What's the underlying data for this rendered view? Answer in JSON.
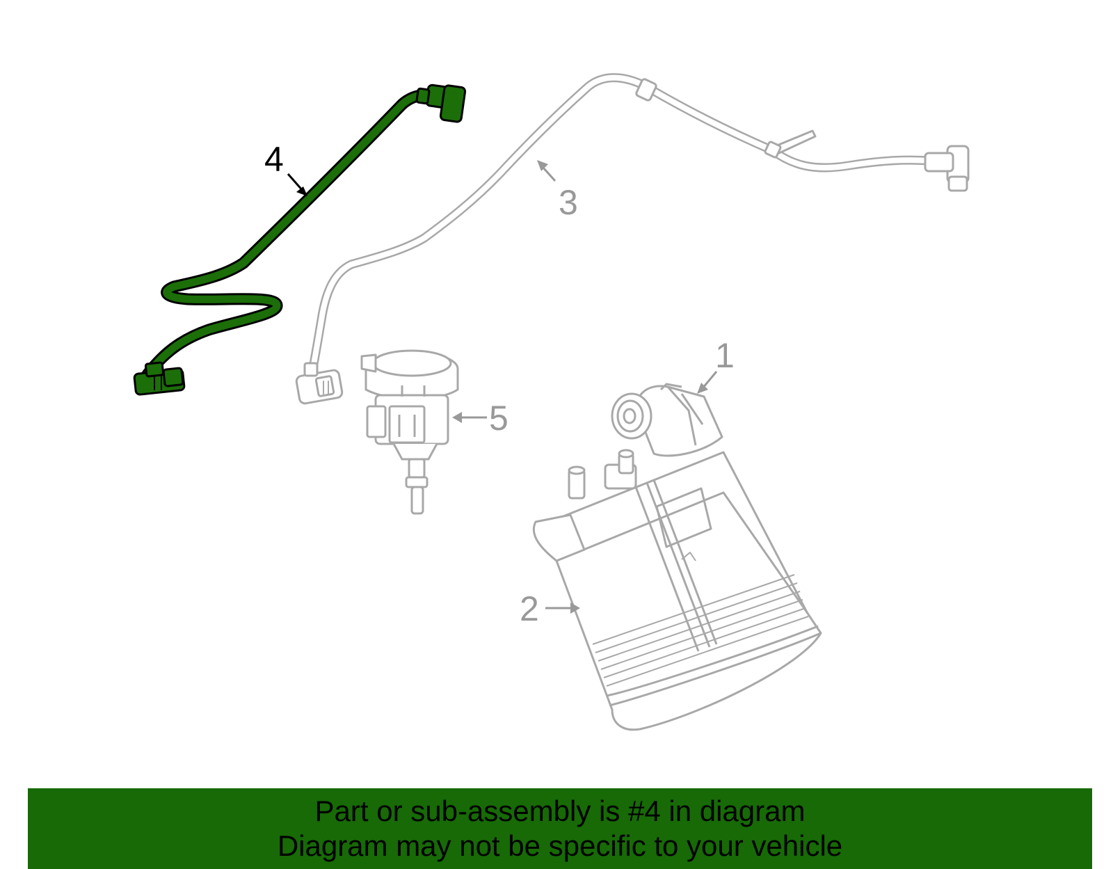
{
  "colors": {
    "highlight": "#1c6e09",
    "highlight_outline": "#000000",
    "part_outline": "#a8a8a8",
    "banner_background": "#176a06",
    "banner_text": "#000000"
  },
  "callouts": {
    "part_1": "1",
    "part_2": "2",
    "part_3": "3",
    "part_4": "4",
    "part_5": "5"
  },
  "highlighted_part": "4",
  "banner": {
    "line1": "Part or sub-assembly is #4 in diagram",
    "line2": "Diagram may not be specific to your vehicle"
  }
}
